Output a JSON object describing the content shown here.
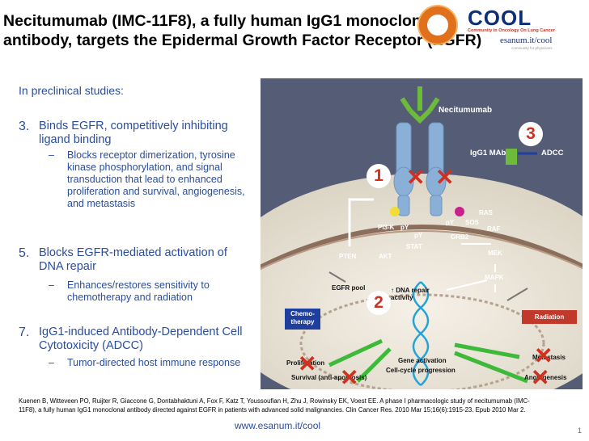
{
  "title": "Necitumumab (IMC-11F8), a fully human IgG1 monoclonal antibody, targets the Epidermal Growth Factor Receptor (EGFR)",
  "logo": {
    "word": "COOL",
    "subtitle": "Community in Oncology On Lung Cancer",
    "esanum": "esanum.it/cool",
    "esanum_sub": "community for physicians"
  },
  "content": {
    "intro": "In preclinical studies:",
    "points": [
      {
        "num": "3.",
        "text": "Binds EGFR, competitively inhibiting ligand binding",
        "sub": "Blocks receptor dimerization, tyrosine kinase  phosphorylation, and signal transduction that lead to enhanced proliferation and survival, angiogenesis, and metastasis"
      },
      {
        "num": "5.",
        "text": "Blocks EGFR-mediated activation of DNA repair",
        "sub": "Enhances/restores sensitivity to chemotherapy and radiation"
      },
      {
        "num": "7.",
        "text": "IgG1-induced Antibody-Dependent Cell Cytotoxicity (ADCC)",
        "sub": "Tumor-directed host immune response"
      }
    ],
    "dash": "–"
  },
  "figure": {
    "necitumumab": "Necitumumab",
    "igg1": "IgG1 MAb",
    "adcc": "ADCC",
    "markers": [
      "1",
      "2",
      "3"
    ],
    "pi3k": "PI3-K",
    "py1": "pY",
    "py2": "pY",
    "py3": "pY",
    "sos": "SOS",
    "ras": "RAS",
    "raf": "RAF",
    "grb2": "GRB2",
    "mek": "MEK",
    "mapk": "MAPK",
    "pten": "PTEN",
    "akt": "AKT",
    "stat": "STAT",
    "egfr_pool": "EGFR pool",
    "dna_repair": "↑ DNA repair activity",
    "chemo": "Chemo-therapy",
    "radiation": "Radiation",
    "gene": "Gene activation",
    "cellcycle": "Cell-cycle progression",
    "proliferation": "Proliferation",
    "survival": "Survival (anti-apoptosis)",
    "metastasis": "Metastasis",
    "angiogenesis": "Angiogenesis"
  },
  "reference": "Kuenen B, Witteveen PO, Ruijter R, Giaccone G, Dontabhaktuni A, Fox F, Katz T, Youssoufian H, Zhu J, Rowinsky EK, Voest EE. A phase I pharmacologic study of necitumumab (IMC-11F8), a fully human IgG1 monoclonal antibody directed against EGFR in patients with advanced solid malignancies. Clin Cancer Res. 2010 Mar 15;16(6):1915-23. Epub 2010 Mar 2.",
  "footer_url": "www.esanum.it/cool",
  "page_number": "1",
  "colors": {
    "accent_blue": "#2a4d9c",
    "figure_bg": "#555c75",
    "marker_red": "#d0301f"
  }
}
